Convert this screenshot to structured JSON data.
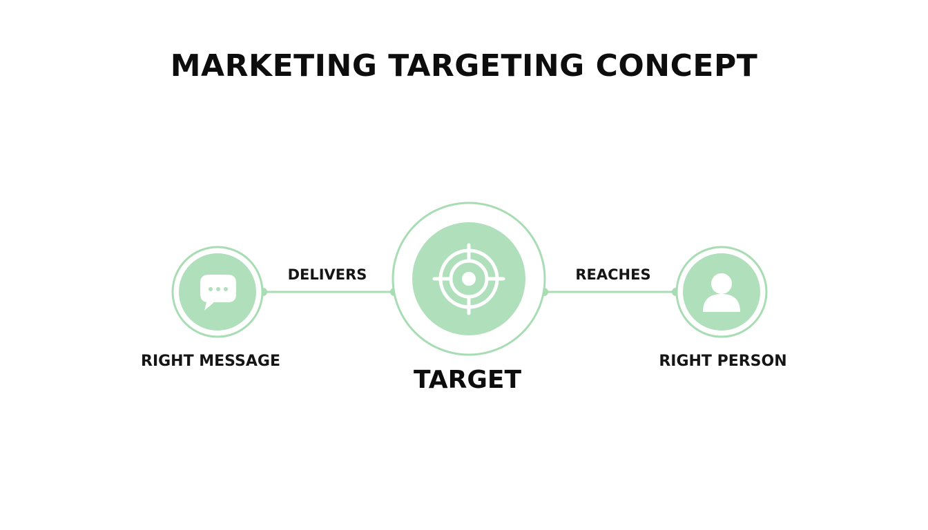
{
  "title": "MARKETING TARGETING CONCEPT",
  "colors": {
    "accent_fill": "#b0dfbb",
    "accent_ring": "#a8dcb3",
    "connector": "#a8dcb3",
    "icon": "#ffffff",
    "text": "#111111"
  },
  "nodes": {
    "left": {
      "label": "RIGHT MESSAGE",
      "icon": "speech-bubble-icon"
    },
    "center": {
      "label": "TARGET",
      "icon": "crosshair-icon"
    },
    "right": {
      "label": "RIGHT PERSON",
      "icon": "person-icon"
    }
  },
  "edges": {
    "left_to_center": "DELIVERS",
    "center_to_right": "REACHES"
  }
}
